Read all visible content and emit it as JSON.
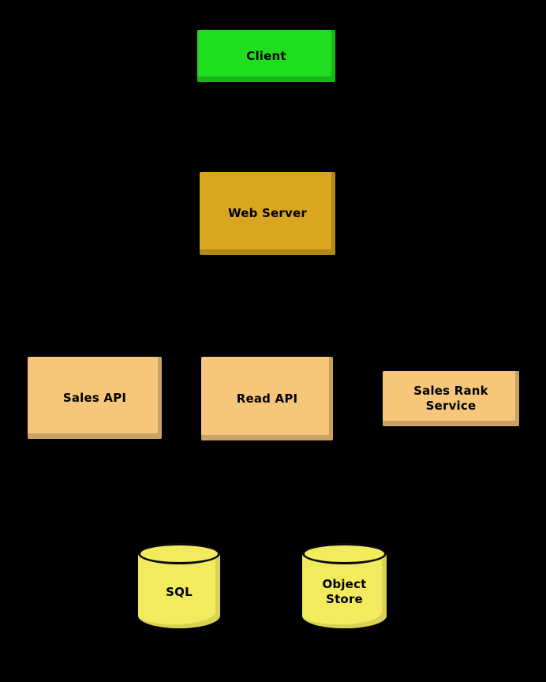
{
  "diagram": {
    "title": "system-architecture-diagram",
    "background_color": "#000000",
    "text_color": "#000000",
    "nodes": [
      {
        "id": "client",
        "label": "Client",
        "shape": "box",
        "color": "#1fdd1f"
      },
      {
        "id": "web-server",
        "label": "Web Server",
        "shape": "box",
        "color": "#d9a620"
      },
      {
        "id": "sales-api",
        "label": "Sales API",
        "shape": "box",
        "color": "#f6c77a"
      },
      {
        "id": "read-api",
        "label": "Read API",
        "shape": "box",
        "color": "#f6c77a"
      },
      {
        "id": "sales-rank-service",
        "label": "Sales Rank Service",
        "shape": "box",
        "color": "#f6c77a"
      },
      {
        "id": "sql",
        "label": "SQL",
        "shape": "cylinder",
        "color": "#f2eb5e"
      },
      {
        "id": "object-store",
        "label": "Object Store",
        "shape": "cylinder",
        "color": "#f2eb5e"
      }
    ]
  }
}
